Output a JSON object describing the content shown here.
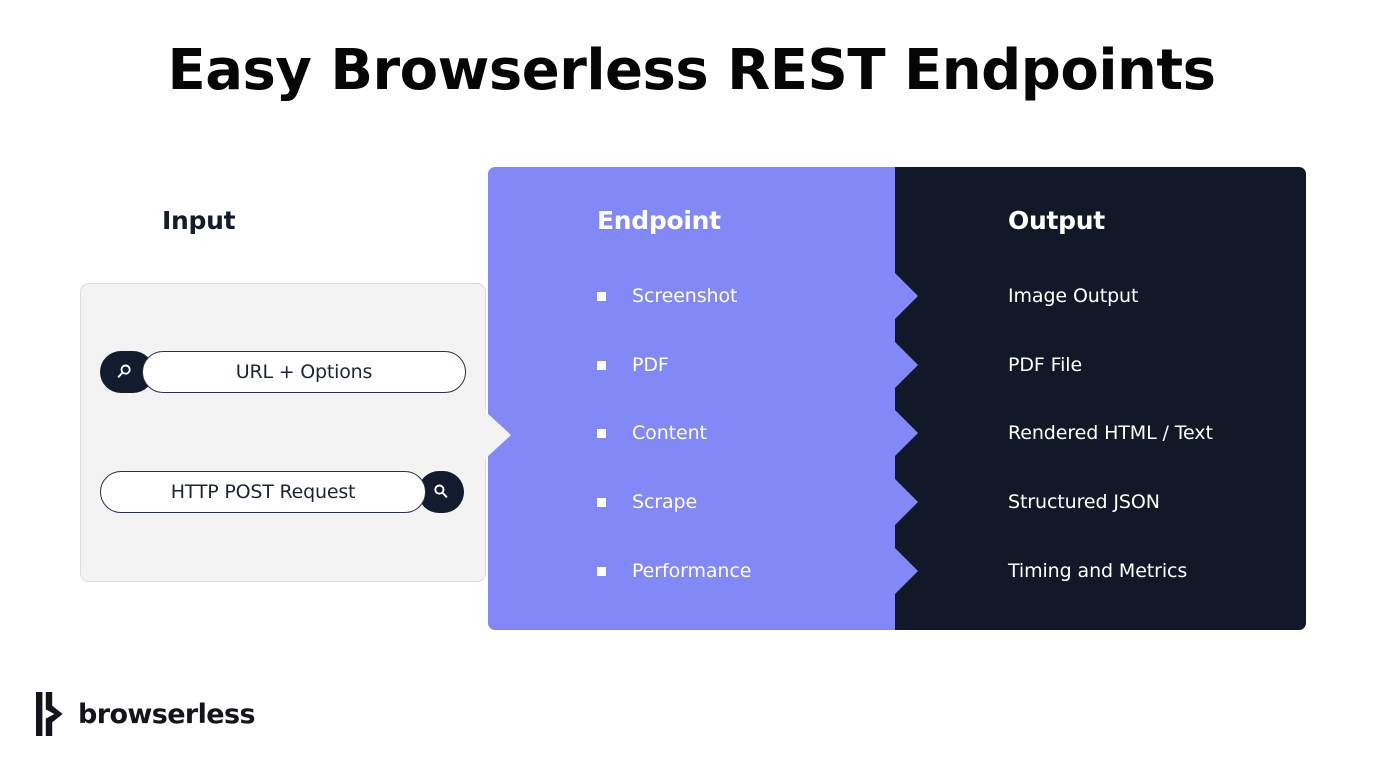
{
  "title": "Easy Browserless REST Endpoints",
  "input": {
    "heading": "Input",
    "fields": [
      {
        "label": "URL + Options",
        "icon": "search-icon",
        "icon_side": "left"
      },
      {
        "label": "HTTP POST Request",
        "icon": "search-icon",
        "icon_side": "right"
      }
    ]
  },
  "endpoint": {
    "heading": "Endpoint",
    "color": "#8289f7",
    "items": [
      {
        "label": "Screenshot"
      },
      {
        "label": "PDF"
      },
      {
        "label": "Content"
      },
      {
        "label": "Scrape"
      },
      {
        "label": "Performance"
      }
    ]
  },
  "output": {
    "heading": "Output",
    "color": "#111827",
    "items": [
      {
        "label": "Image Output"
      },
      {
        "label": "PDF File"
      },
      {
        "label": "Rendered HTML / Text"
      },
      {
        "label": "Structured JSON"
      },
      {
        "label": "Timing and Metrics"
      }
    ]
  },
  "brand": {
    "name": "browserless",
    "mark": "browserless-b-logo-icon"
  }
}
